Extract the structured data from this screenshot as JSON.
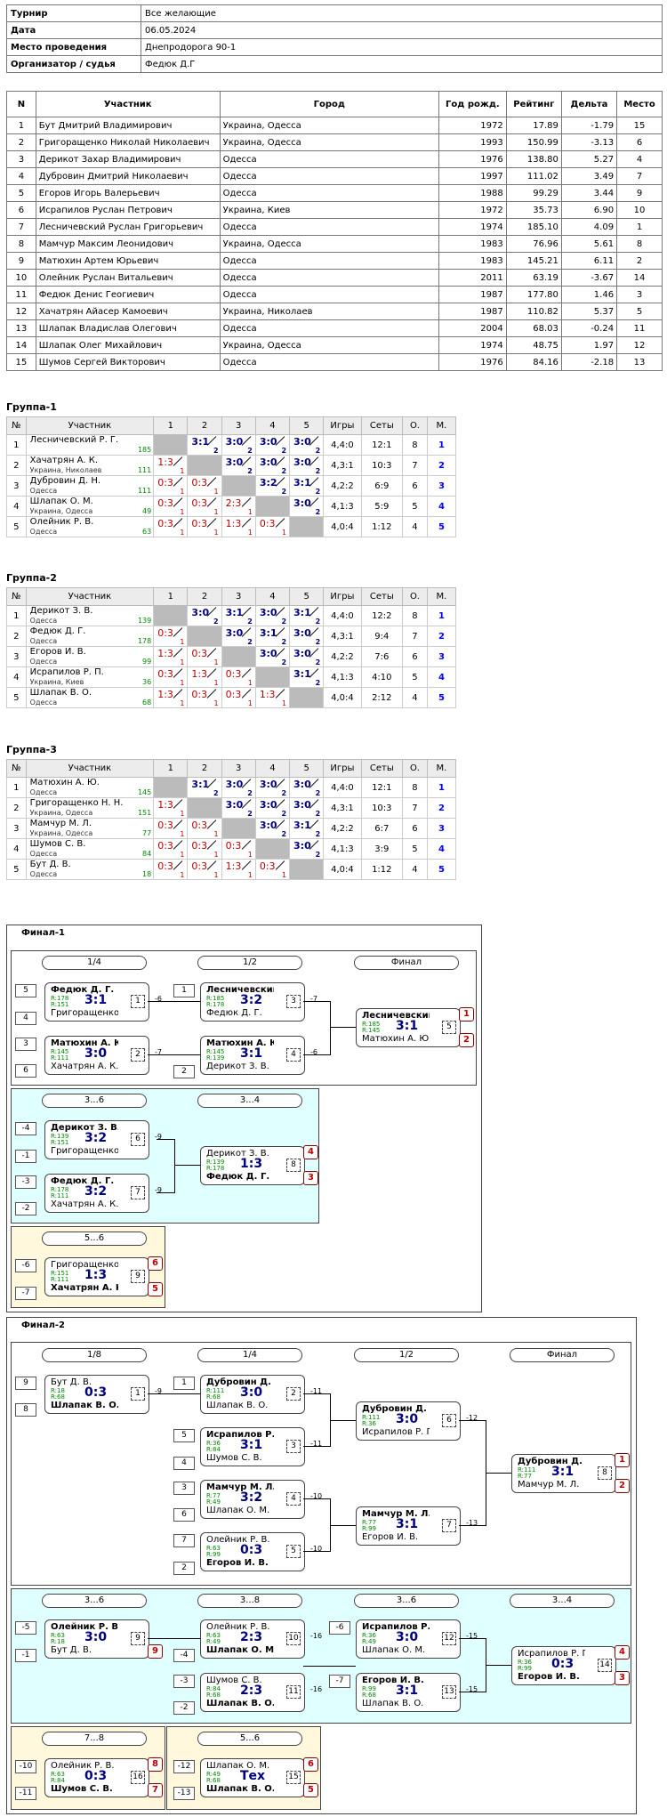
{
  "info": {
    "tournament_label": "Турнир",
    "tournament": "Все желающие",
    "date_label": "Дата",
    "date": "06.05.2024",
    "place_label": "Место проведения",
    "place": "Днепродорога 90-1",
    "org_label": "Организатор / судья",
    "org": "Федюк Д.Г"
  },
  "participants": {
    "headers": [
      "N",
      "Участник",
      "Город",
      "Год рожд.",
      "Рейтинг",
      "Дельта",
      "Место"
    ],
    "rows": [
      [
        "1",
        "Бут Дмитрий Владимирович",
        "Украина, Одесса",
        "1972",
        "17.89",
        "-1.79",
        "15"
      ],
      [
        "2",
        "Григоращенко Николай Николаевич",
        "Украина, Одесса",
        "1993",
        "150.99",
        "-3.13",
        "6"
      ],
      [
        "3",
        "Дерикот Захар Владимирович",
        "Одесса",
        "1976",
        "138.80",
        "5.27",
        "4"
      ],
      [
        "4",
        "Дубровин Дмитрий Николаевич",
        "Одесса",
        "1997",
        "111.02",
        "3.49",
        "7"
      ],
      [
        "5",
        "Егоров Игорь Валерьевич",
        "Одесса",
        "1988",
        "99.29",
        "3.44",
        "9"
      ],
      [
        "6",
        "Исрапилов Руслан Петрович",
        "Украина, Киев",
        "1972",
        "35.73",
        "6.90",
        "10"
      ],
      [
        "7",
        "Лесничевский Руслан Григорьевич",
        "Одесса",
        "1974",
        "185.10",
        "4.09",
        "1"
      ],
      [
        "8",
        "Мамчур Максим Леонидович",
        "Украина, Одесса",
        "1983",
        "76.96",
        "5.61",
        "8"
      ],
      [
        "9",
        "Матюхин Артем Юрьевич",
        "Одесса",
        "1983",
        "145.21",
        "6.11",
        "2"
      ],
      [
        "10",
        "Олейник Руслан Витальевич",
        "Одесса",
        "2011",
        "63.19",
        "-3.67",
        "14"
      ],
      [
        "11",
        "Федюк Денис Геогиевич",
        "Одесса",
        "1987",
        "177.80",
        "1.46",
        "3"
      ],
      [
        "12",
        "Хачатрян Айасер Камоевич",
        "Украина, Николаев",
        "1987",
        "110.82",
        "5.37",
        "5"
      ],
      [
        "13",
        "Шлапак Владислав Олегович",
        "Одесса",
        "2004",
        "68.03",
        "-0.24",
        "11"
      ],
      [
        "14",
        "Шлапак Олег Михайлович",
        "Украина, Одесса",
        "1974",
        "48.75",
        "1.97",
        "12"
      ],
      [
        "15",
        "Шумов Сергей Викторович",
        "Одесса",
        "1976",
        "84.16",
        "-2.18",
        "13"
      ]
    ]
  },
  "group_headers": [
    "№",
    "Участник",
    "1",
    "2",
    "3",
    "4",
    "5",
    "Игры",
    "Сеты",
    "О.",
    "М."
  ],
  "groups": [
    {
      "title": "Группа-1",
      "rows": [
        {
          "n": "1",
          "name": "Лесничевский Р. Г.",
          "city": "",
          "rating": "185",
          "cells": [
            "x",
            "3:1|2",
            "3:0|2",
            "3:0|2",
            "3:0|2"
          ],
          "games": "4,4:0",
          "sets": "12:1",
          "pts": "8",
          "place": "1"
        },
        {
          "n": "2",
          "name": "Хачатрян А. К.",
          "city": "Украина, Николаев",
          "rating": "111",
          "cells": [
            "1:3|1",
            "x",
            "3:0|2",
            "3:0|2",
            "3:0|2"
          ],
          "games": "4,3:1",
          "sets": "10:3",
          "pts": "7",
          "place": "2"
        },
        {
          "n": "3",
          "name": "Дубровин Д. Н.",
          "city": "Одесса",
          "rating": "111",
          "cells": [
            "0:3|1",
            "0:3|1",
            "x",
            "3:2|2",
            "3:1|2"
          ],
          "games": "4,2:2",
          "sets": "6:9",
          "pts": "6",
          "place": "3"
        },
        {
          "n": "4",
          "name": "Шлапак О. М.",
          "city": "Украина, Одесса",
          "rating": "49",
          "cells": [
            "0:3|1",
            "0:3|1",
            "2:3|1",
            "x",
            "3:0|2"
          ],
          "games": "4,1:3",
          "sets": "5:9",
          "pts": "5",
          "place": "4"
        },
        {
          "n": "5",
          "name": "Олейник Р. В.",
          "city": "Одесса",
          "rating": "63",
          "cells": [
            "0:3|1",
            "0:3|1",
            "1:3|1",
            "0:3|1",
            "x"
          ],
          "games": "4,0:4",
          "sets": "1:12",
          "pts": "4",
          "place": "5"
        }
      ]
    },
    {
      "title": "Группа-2",
      "rows": [
        {
          "n": "1",
          "name": "Дерикот З. В.",
          "city": "Одесса",
          "rating": "139",
          "cells": [
            "x",
            "3:0|2",
            "3:1|2",
            "3:0|2",
            "3:1|2"
          ],
          "games": "4,4:0",
          "sets": "12:2",
          "pts": "8",
          "place": "1"
        },
        {
          "n": "2",
          "name": "Федюк Д. Г.",
          "city": "Одесса",
          "rating": "178",
          "cells": [
            "0:3|1",
            "x",
            "3:0|2",
            "3:1|2",
            "3:0|2"
          ],
          "games": "4,3:1",
          "sets": "9:4",
          "pts": "7",
          "place": "2"
        },
        {
          "n": "3",
          "name": "Егоров И. В.",
          "city": "Одесса",
          "rating": "99",
          "cells": [
            "1:3|1",
            "0:3|1",
            "x",
            "3:0|2",
            "3:0|2"
          ],
          "games": "4,2:2",
          "sets": "7:6",
          "pts": "6",
          "place": "3"
        },
        {
          "n": "4",
          "name": "Исрапилов Р. П.",
          "city": "Украина, Киев",
          "rating": "36",
          "cells": [
            "0:3|1",
            "1:3|1",
            "0:3|1",
            "x",
            "3:1|2"
          ],
          "games": "4,1:3",
          "sets": "4:10",
          "pts": "5",
          "place": "4"
        },
        {
          "n": "5",
          "name": "Шлапак В. О.",
          "city": "Одесса",
          "rating": "68",
          "cells": [
            "1:3|1",
            "0:3|1",
            "0:3|1",
            "1:3|1",
            "x"
          ],
          "games": "4,0:4",
          "sets": "2:12",
          "pts": "4",
          "place": "5"
        }
      ]
    },
    {
      "title": "Группа-3",
      "rows": [
        {
          "n": "1",
          "name": "Матюхин А. Ю.",
          "city": "Одесса",
          "rating": "145",
          "cells": [
            "x",
            "3:1|2",
            "3:0|2",
            "3:0|2",
            "3:0|2"
          ],
          "games": "4,4:0",
          "sets": "12:1",
          "pts": "8",
          "place": "1"
        },
        {
          "n": "2",
          "name": "Григоращенко Н. Н.",
          "city": "Украина, Одесса",
          "rating": "151",
          "cells": [
            "1:3|1",
            "x",
            "3:0|2",
            "3:0|2",
            "3:0|2"
          ],
          "games": "4,3:1",
          "sets": "10:3",
          "pts": "7",
          "place": "2"
        },
        {
          "n": "3",
          "name": "Мамчур М. Л.",
          "city": "Украина, Одесса",
          "rating": "77",
          "cells": [
            "0:3|1",
            "0:3|1",
            "x",
            "3:0|2",
            "3:1|2"
          ],
          "games": "4,2:2",
          "sets": "6:7",
          "pts": "6",
          "place": "3"
        },
        {
          "n": "4",
          "name": "Шумов С. В.",
          "city": "Одесса",
          "rating": "84",
          "cells": [
            "0:3|1",
            "0:3|1",
            "0:3|1",
            "x",
            "3:0|2"
          ],
          "games": "4,1:3",
          "sets": "3:9",
          "pts": "5",
          "place": "4"
        },
        {
          "n": "5",
          "name": "Бут Д. В.",
          "city": "Одесса",
          "rating": "18",
          "cells": [
            "0:3|1",
            "0:3|1",
            "1:3|1",
            "0:3|1",
            "x"
          ],
          "games": "4,0:4",
          "sets": "1:12",
          "pts": "4",
          "place": "5"
        }
      ]
    }
  ],
  "final1": {
    "title": "Финал-1",
    "rounds": [
      "1/4",
      "1/2",
      "Финал",
      "3...6",
      "3...4",
      "5...6"
    ],
    "matches": [
      {
        "p1": "Федюк Д. Г.",
        "r1": "R:178",
        "p2": "Григоращенко ...",
        "r2": "R:151",
        "score": "3:1",
        "id": "1",
        "s1": "5",
        "s2": "4",
        "out": "-6"
      },
      {
        "p1": "Матюхин А. Ю.",
        "r1": "R:145",
        "p2": "Хачатрян А. К.",
        "r2": "R:111",
        "score": "3:0",
        "id": "2",
        "s1": "3",
        "s2": "6",
        "out": "-7"
      },
      {
        "p1": "Лесничевский ...",
        "r1": "R:185",
        "p2": "Федюк Д. Г.",
        "r2": "R:178",
        "score": "3:2",
        "id": "3",
        "s1": "1",
        "s2": "",
        "out": "-7"
      },
      {
        "p1": "Матюхин А. Ю.",
        "r1": "R:145",
        "p2": "Дерикот З. В.",
        "r2": "R:139",
        "score": "3:1",
        "id": "4",
        "s1": "",
        "s2": "2",
        "out": "-6"
      },
      {
        "p1": "Лесничевский ...",
        "r1": "R:185",
        "p2": "Матюхин А. Ю.",
        "r2": "R:145",
        "score": "3:1",
        "id": "5",
        "pl1": "1",
        "pl2": "2"
      },
      {
        "p1": "Дерикот З. В.",
        "r1": "R:139",
        "p2": "Григоращенко ...",
        "r2": "R:151",
        "score": "3:2",
        "id": "6",
        "s1": "-4",
        "s2": "-1",
        "out": "-9"
      },
      {
        "p1": "Федюк Д. Г.",
        "r1": "R:178",
        "p2": "Хачатрян А. К.",
        "r2": "R:111",
        "score": "3:2",
        "id": "7",
        "s1": "-3",
        "s2": "-2",
        "out": "-9"
      },
      {
        "p1": "Дерикот З. В.",
        "r1": "R:139",
        "p2": "Федюк Д. Г.",
        "r2": "R:178",
        "score": "1:3",
        "id": "8",
        "pl1": "4",
        "pl2": "3"
      },
      {
        "p1": "Григоращенко ...",
        "r1": "R:151",
        "p2": "Хачатрян А. К.",
        "r2": "R:111",
        "score": "1:3",
        "id": "9",
        "s1": "-6",
        "s2": "-7",
        "pl1": "6",
        "pl2": "5"
      }
    ]
  },
  "final2": {
    "title": "Финал-2",
    "rounds": [
      "1/8",
      "1/4",
      "1/2",
      "Финал",
      "3...6",
      "3...8",
      "3...6",
      "3...4",
      "7...8",
      "5...6"
    ],
    "matches": [
      {
        "p1": "Бут Д. В.",
        "r1": "R:18",
        "p2": "Шлапак В. О.",
        "r2": "R:68",
        "score": "0:3",
        "id": "1",
        "s1": "9",
        "s2": "8",
        "out": "-9"
      },
      {
        "p1": "Дубровин Д. Н.",
        "r1": "R:111",
        "p2": "Шлапак В. О.",
        "r2": "R:68",
        "score": "3:0",
        "id": "2",
        "s1": "1",
        "out": "-11"
      },
      {
        "p1": "Исрапилов Р. П.",
        "r1": "R:36",
        "p2": "Шумов С. В.",
        "r2": "R:84",
        "score": "3:1",
        "id": "3",
        "s1": "5",
        "s2": "4",
        "out": "-11"
      },
      {
        "p1": "Мамчур М. Л.",
        "r1": "R:77",
        "p2": "Шлапак О. М.",
        "r2": "R:49",
        "score": "3:2",
        "id": "4",
        "s1": "3",
        "s2": "6",
        "out": "-10"
      },
      {
        "p1": "Олейник Р. В.",
        "r1": "R:63",
        "p2": "Егоров И. В.",
        "r2": "R:99",
        "score": "0:3",
        "id": "5",
        "s1": "7",
        "s2": "2",
        "out": "-10"
      },
      {
        "p1": "Дубровин Д. Н.",
        "r1": "R:111",
        "p2": "Исрапилов Р. П.",
        "r2": "R:36",
        "score": "3:0",
        "id": "6",
        "out": "-12"
      },
      {
        "p1": "Мамчур М. Л.",
        "r1": "R:77",
        "p2": "Егоров И. В.",
        "r2": "R:99",
        "score": "3:1",
        "id": "7",
        "out": "-13"
      },
      {
        "p1": "Дубровин Д. Н.",
        "r1": "R:111",
        "p2": "Мамчур М. Л.",
        "r2": "R:77",
        "score": "3:1",
        "id": "8",
        "pl1": "1",
        "pl2": "2"
      },
      {
        "p1": "Олейник Р. В.",
        "r1": "R:63",
        "p2": "Бут Д. В.",
        "r2": "R:18",
        "score": "3:0",
        "id": "9",
        "s1": "-5",
        "s2": "-1",
        "pl2": "9"
      },
      {
        "p1": "Олейник Р. В.",
        "r1": "R:63",
        "p2": "Шлапак О. М.",
        "r2": "R:49",
        "score": "2:3",
        "id": "10",
        "s2": "-4",
        "out": "-16"
      },
      {
        "p1": "Шумов С. В.",
        "r1": "R:84",
        "p2": "Шлапак В. О.",
        "r2": "R:68",
        "score": "2:3",
        "id": "11",
        "s1": "-3",
        "s2": "-2",
        "out": "-16"
      },
      {
        "p1": "Исрапилов Р. П.",
        "r1": "R:36",
        "p2": "Шлапак О. М.",
        "r2": "R:49",
        "score": "3:0",
        "id": "12",
        "s1": "-6",
        "out": "-15"
      },
      {
        "p1": "Егоров И. В.",
        "r1": "R:99",
        "p2": "Шлапак В. О.",
        "r2": "R:68",
        "score": "3:1",
        "id": "13",
        "s1": "-7",
        "out": "-15"
      },
      {
        "p1": "Исрапилов Р. П.",
        "r1": "R:36",
        "p2": "Егоров И. В.",
        "r2": "R:99",
        "score": "0:3",
        "id": "14",
        "pl1": "4",
        "pl2": "3"
      },
      {
        "p1": "Олейник Р. В.",
        "r1": "R:63",
        "p2": "Шумов С. В.",
        "r2": "R:84",
        "score": "0:3",
        "id": "16",
        "s1": "-10",
        "s2": "-11",
        "pl1": "8",
        "pl2": "7"
      },
      {
        "p1": "Шлапак О. М.",
        "r1": "R:49",
        "p2": "Шлапак В. О.",
        "r2": "R:68",
        "score": "Тех",
        "id": "15",
        "s1": "-12",
        "s2": "-13",
        "pl1": "6",
        "pl2": "5"
      }
    ]
  },
  "colors": {
    "win": "#00007f",
    "loss": "#bb0000",
    "rating": "#008000",
    "place": "#0000ff",
    "consolation": "#e0ffff",
    "lower": "#fff8dc"
  }
}
